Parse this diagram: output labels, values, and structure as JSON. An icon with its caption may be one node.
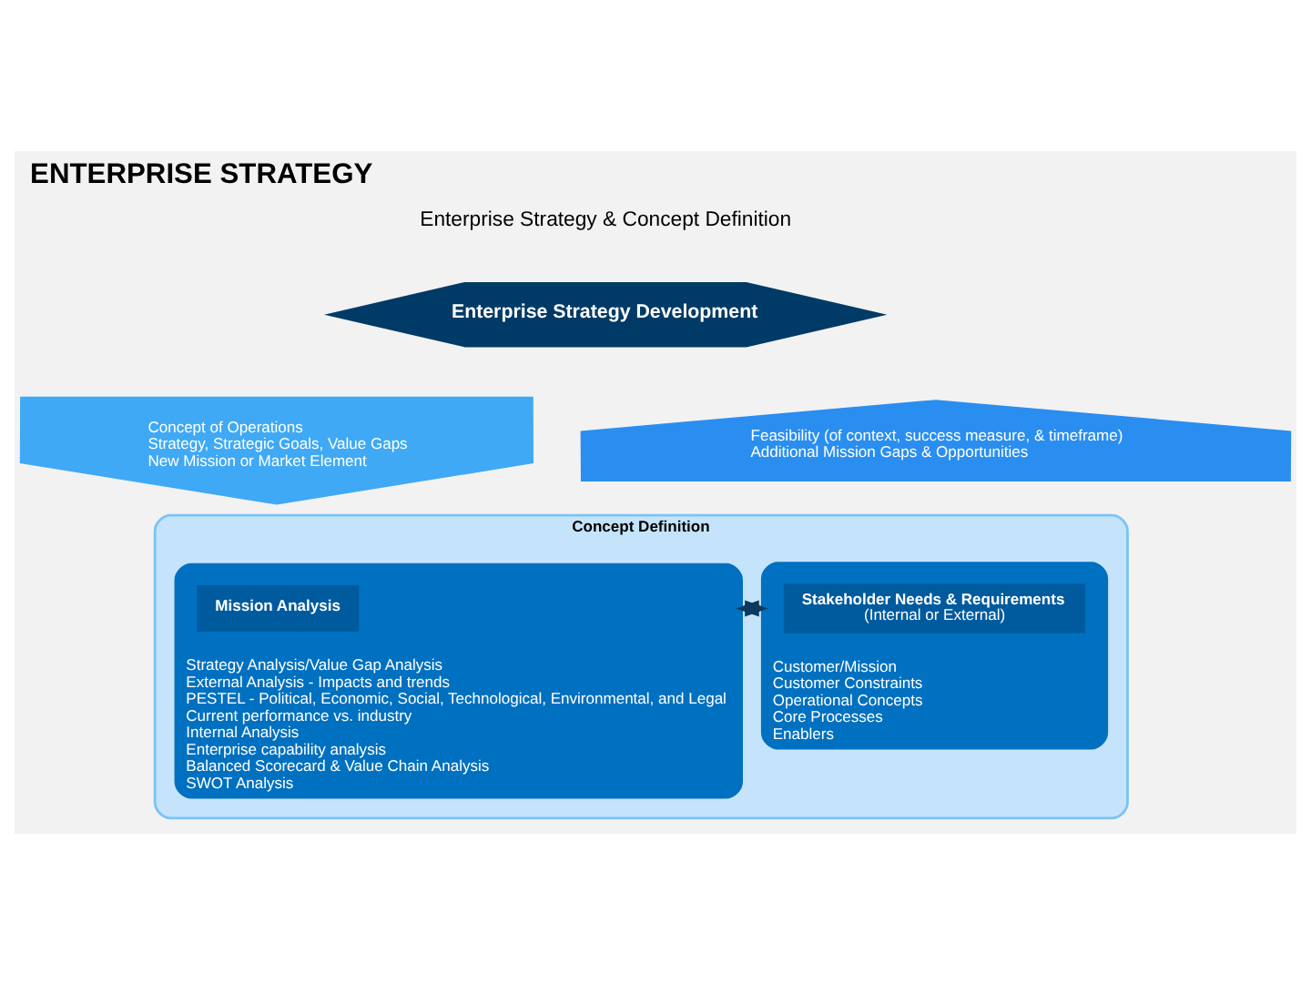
{
  "diagram": {
    "title": "ENTERPRISE STRATEGY",
    "nodes": [
      {
        "text": [
          "Enterprise Strategy Development"
        ]
      },
      {
        "text": [
          "Concept of Operations",
          "Strategy, Strategic Goals, Value Gaps",
          "New Mission or Market Element"
        ]
      },
      {
        "text": [
          "Feasibility (of context, success measure, & timeframe)",
          "Additional Mission Gaps & Opportunities"
        ]
      },
      {
        "text": [
          "Concept Definition"
        ]
      },
      {
        "text": [
          "Strategy Analysis/Value Gap Analysis",
          "External Analysis - Impacts and trends",
          "PESTEL - Political, Economic, Social, Technological, Environmental, and Legal",
          "Current performance vs. industry",
          "Internal Analysis",
          "Enterprise capability analysis",
          "Balanced Scorecard & Value Chain Analysis",
          "SWOT Analysis"
        ],
        "in": 3
      },
      {
        "text": [
          "Mission Analysis"
        ],
        "in": 4
      },
      {
        "text": [
          "Customer/Mission",
          "Customer Constraints",
          "Operational Concepts",
          "Core Processes",
          "Enablers"
        ],
        "in": 3
      },
      {
        "text": [
          "Stakeholder Needs & Requirements",
          "(Internal or External)"
        ],
        "in": 6
      }
    ],
    "edges": [
      {
        "from": 4,
        "to": 6,
        "arrow": "to"
      },
      {
        "from": 6,
        "to": 4,
        "arrow": "to"
      }
    ],
    "labels": [
      "Enterprise Strategy & Concept Definition"
    ]
  }
}
